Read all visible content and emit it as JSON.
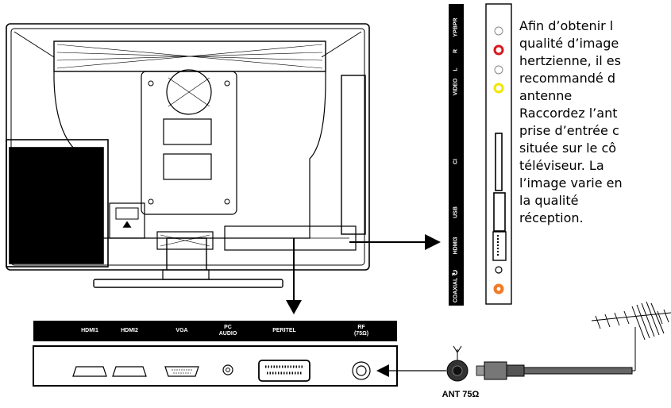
{
  "side_panel": {
    "labels": [
      "YPBPR",
      "R",
      "L",
      "VIDEO",
      "CI",
      "USB",
      "HDMI3",
      "COAXIAL"
    ]
  },
  "bottom_panel": {
    "labels": {
      "hdmi1": "HDMI1",
      "hdmi2": "HDMI2",
      "vga": "VGA",
      "pc_audio_1": "PC",
      "pc_audio_2": "AUDIO",
      "peritel": "PERITEL",
      "rf_1": "RF",
      "rf_2": "(75Ω)"
    }
  },
  "antenna_label": "ANT 75Ω",
  "description": {
    "lines": [
      "Afin d’obtenir l",
      "qualité  d’image",
      "hertzienne, il es",
      "recommandé  d",
      "antenne",
      "Raccordez  l’ant",
      "prise d’entrée c",
      "située sur le cô",
      "téléviseur.   La",
      "l’image varie en",
      "la      qualité",
      "réception."
    ]
  },
  "colors": {
    "ink": "#000000",
    "jack_red": "#d71920",
    "jack_yellow": "#f2e600",
    "jack_orange": "#f07a26",
    "panel": "#000000"
  }
}
